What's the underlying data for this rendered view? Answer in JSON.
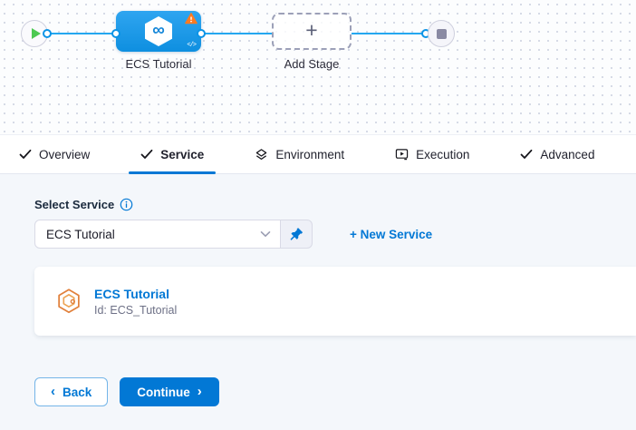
{
  "pipeline": {
    "stage": {
      "label": "ECS Tutorial",
      "infinity_glyph": "∞",
      "code_glyph": "</>"
    },
    "add_stage": {
      "label": "Add Stage",
      "plus_glyph": "+"
    }
  },
  "tabs": [
    {
      "label": "Overview"
    },
    {
      "label": "Service"
    },
    {
      "label": "Environment"
    },
    {
      "label": "Execution"
    },
    {
      "label": "Advanced"
    }
  ],
  "service_form": {
    "label": "Select Service",
    "select": {
      "value": "ECS Tutorial"
    },
    "new_service_label": "+ New Service",
    "service_card": {
      "title": "ECS Tutorial",
      "id_text": "Id: ECS_Tutorial"
    }
  },
  "footer": {
    "back_chevron": "‹",
    "back_label": "Back",
    "continue_label": "Continue",
    "continue_chevron": "›"
  },
  "colors": {
    "primary_blue": "#0278d5",
    "node_blue": "#1e9be9",
    "edge_blue": "#24a7f0",
    "warning_orange": "#ff7a21",
    "play_green": "#4dc952",
    "service_icon_orange": "#e1813c"
  }
}
